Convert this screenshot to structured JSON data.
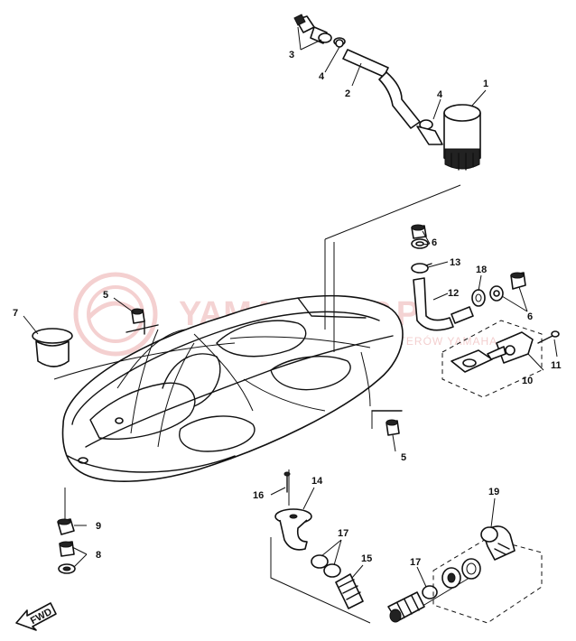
{
  "watermark": {
    "brand": "YAMASKLEP.PL",
    "tagline": "NOWE I UŻYWANE CZĘŚCI DO SKUTERÓW YAMAHA"
  },
  "callouts": {
    "c1": "1",
    "c2": "2",
    "c3": "3",
    "c4a": "4",
    "c4b": "4",
    "c5a": "5",
    "c5b": "5",
    "c6a": "6",
    "c6b": "6",
    "c7": "7",
    "c8": "8",
    "c9": "9",
    "c10": "10",
    "c11": "11",
    "c12": "12",
    "c13": "13",
    "c14": "14",
    "c15": "15",
    "c16": "16",
    "c17a": "17",
    "c17b": "17",
    "c18": "18",
    "c19": "19"
  },
  "front_arrow_label": "FWD",
  "colors": {
    "line": "#111111",
    "watermark": "#e8a0a0"
  }
}
